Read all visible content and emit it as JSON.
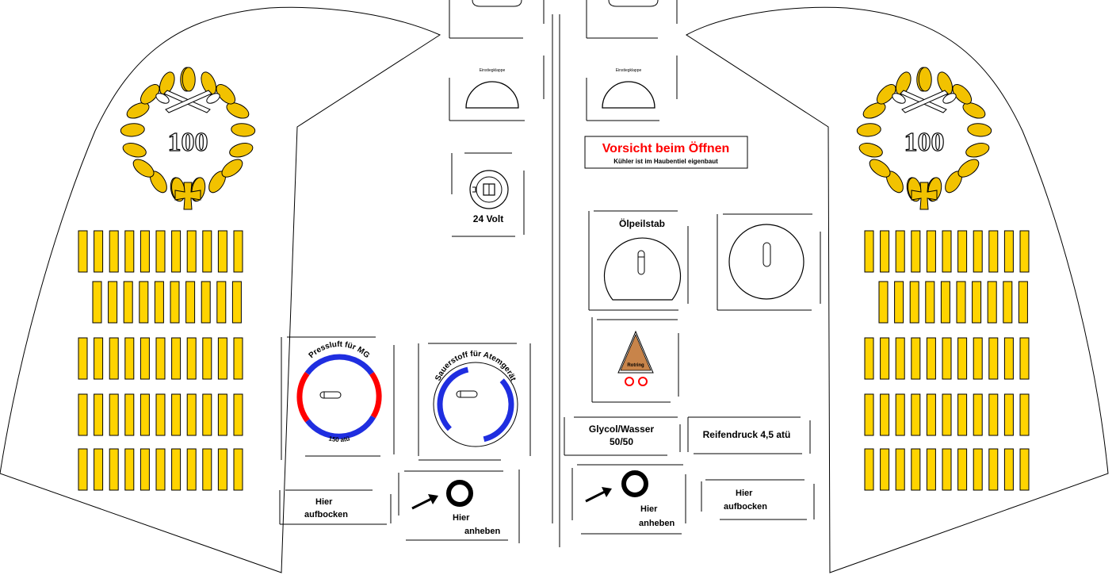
{
  "colors": {
    "stripe_fill": "#ffd400",
    "wreath_fill": "#f2c200",
    "warning_red": "#ff0000",
    "gauge_blue": "#1f2ee0",
    "triangle_fill": "#c8844a"
  },
  "icons": [
    "wreath-emblem-icon",
    "crossed-rockets-icon",
    "iron-cross-icon",
    "arrow-icon",
    "warning-triangle-icon",
    "socket-icon",
    "dipstick-icon"
  ],
  "wreath_number": "100",
  "hatch": {
    "label": "Einstiegklappe"
  },
  "socket": {
    "label": "24 Volt"
  },
  "warning": {
    "title": "Vorsicht beim Öffnen",
    "subtitle": "Kühler ist im Haubentiel eigenbaut"
  },
  "dipstick": {
    "label": "Ölpeilstab"
  },
  "triangle": {
    "label": "Rotring"
  },
  "air_gauge": {
    "label": "Pressluft für MG",
    "pressure": "150 atü"
  },
  "oxygen_gauge": {
    "label": "Sauerstoff für Atemgerät"
  },
  "coolant": {
    "line1": "Glycol/Wasser",
    "line2": "50/50"
  },
  "tyre": {
    "label": "Reifendruck 4,5 atü"
  },
  "jack_left": {
    "line1": "Hier",
    "line2": "aufbocken"
  },
  "jack_right": {
    "line1": "Hier",
    "line2": "aufbocken"
  },
  "lift_left": {
    "line1": "Hier",
    "line2": "anheben"
  },
  "lift_right": {
    "line1": "Hier",
    "line2": "anheben"
  }
}
